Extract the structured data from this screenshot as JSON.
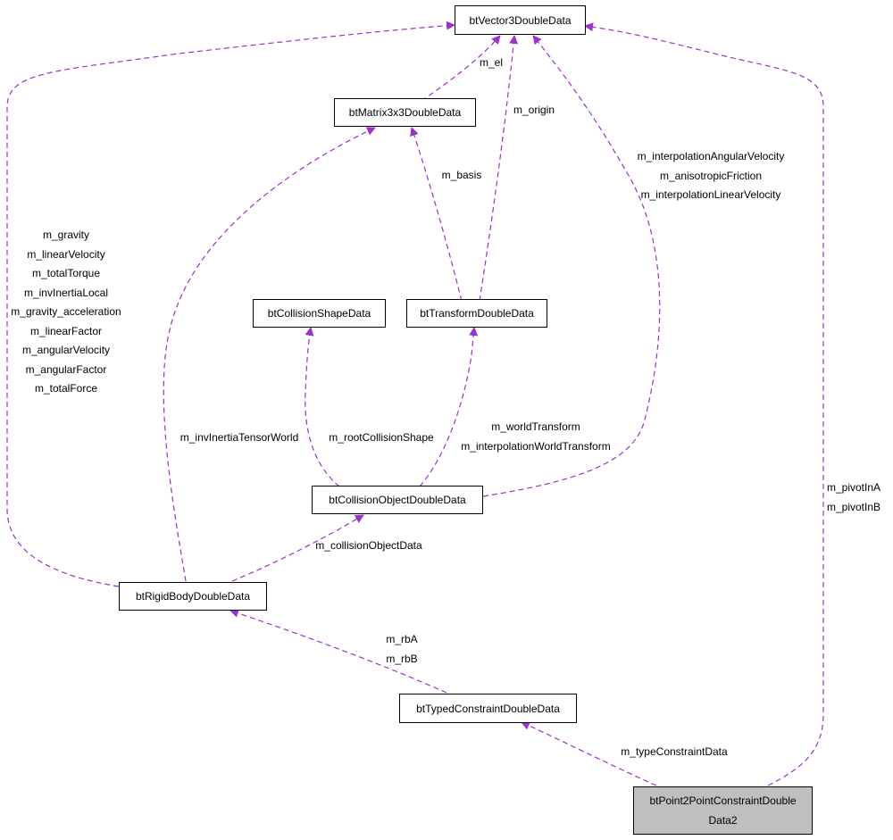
{
  "colors": {
    "edge": "#9a32cd",
    "root_fill": "#bfbfbf",
    "node_fill": "#ffffff",
    "node_border": "#000000"
  },
  "nodes": {
    "vector3": "btVector3DoubleData",
    "matrix3x3": "btMatrix3x3DoubleData",
    "collision_shape": "btCollisionShapeData",
    "transform": "btTransformDoubleData",
    "collision_object": "btCollisionObjectDoubleData",
    "rigid_body": "btRigidBodyDoubleData",
    "typed_constraint": "btTypedConstraintDoubleData",
    "point2point_line1": "btPoint2PointConstraintDouble",
    "point2point_line2": "Data2"
  },
  "edge_labels": {
    "matrix_to_vector": [
      "m_el"
    ],
    "transform_to_vector": [
      "m_origin"
    ],
    "transform_to_matrix": [
      "m_basis"
    ],
    "collision_object_to_vector": [
      "m_interpolationAngularVelocity",
      "m_anisotropicFriction",
      "m_interpolationLinearVelocity"
    ],
    "rigid_body_to_vector": [
      "m_gravity",
      "m_linearVelocity",
      "m_totalTorque",
      "m_invInertiaLocal",
      "m_gravity_acceleration",
      "m_linearFactor",
      "m_angularVelocity",
      "m_angularFactor",
      "m_totalForce"
    ],
    "rigid_body_to_matrix": [
      "m_invInertiaTensorWorld"
    ],
    "collision_object_to_shape": [
      "m_rootCollisionShape"
    ],
    "collision_object_to_transform": [
      "m_worldTransform",
      "m_interpolationWorldTransform"
    ],
    "rigid_body_to_collision_object": [
      "m_collisionObjectData"
    ],
    "constraint_to_rigid_body": [
      "m_rbA",
      "m_rbB"
    ],
    "root_to_constraint": [
      "m_typeConstraintData"
    ],
    "root_to_vector": [
      "m_pivotInA",
      "m_pivotInB"
    ]
  }
}
